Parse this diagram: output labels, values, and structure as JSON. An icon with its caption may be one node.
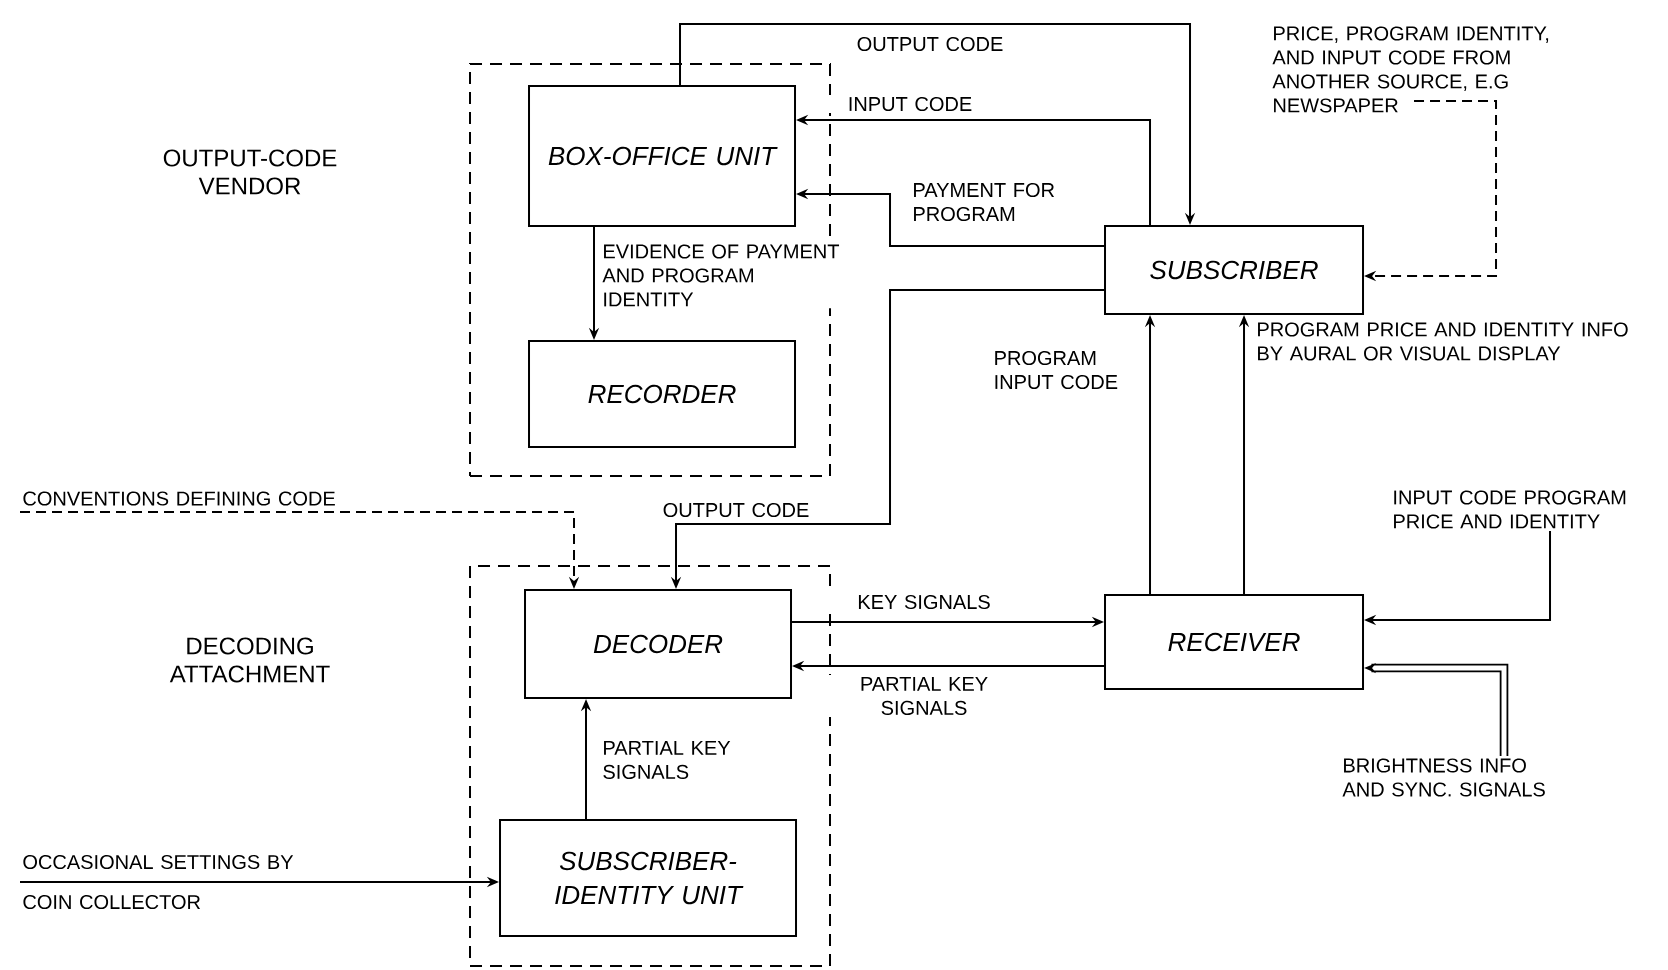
{
  "diagram": {
    "nodes": [
      {
        "text": [],
        "shape": "box"
      },
      {
        "text": [
          "BOX-OFFICE UNIT"
        ],
        "in": 0
      },
      {
        "text": [
          "RECORDER"
        ],
        "in": 0
      },
      {
        "text": [
          "SUBSCRIBER"
        ]
      },
      {
        "text": [
          "PRICE, PROGRAM IDENTITY, AND INPUT CODE FROM ANOTHER SOURCE, E.G NEWSPAPER"
        ]
      },
      {
        "text": [],
        "shape": "box"
      },
      {
        "text": [
          "DECODER"
        ],
        "in": 5
      },
      {
        "text": [
          "SUBSCRIBER-IDENTITY UNIT"
        ],
        "in": 5
      },
      {
        "text": [
          "RECEIVER"
        ]
      },
      {
        "text": [
          "CONVENTIONS DEFINING CODE"
        ]
      },
      {
        "text": [
          "OCCASIONAL SETTINGS BY COIN COLLECTOR"
        ]
      },
      {
        "text": [
          "INPUT CODE PROGRAM PRICE AND IDENTITY"
        ]
      },
      {
        "text": [
          "BRIGHTNESS INFO AND SYNC. SIGNALS"
        ]
      }
    ],
    "edges": [
      {
        "from": 1,
        "to": 3,
        "arrow": "to",
        "label": "OUTPUT CODE"
      },
      {
        "from": 3,
        "to": 1,
        "arrow": "to",
        "label": "INPUT CODE"
      },
      {
        "from": 3,
        "to": 1,
        "arrow": "to",
        "label": "PAYMENT FOR PROGRAM"
      },
      {
        "from": 1,
        "to": 2,
        "arrow": "to",
        "label": "EVIDENCE OF PAYMENT AND PROGRAM IDENTITY"
      },
      {
        "from": 4,
        "to": 3,
        "arrow": "to",
        "style": "dashed"
      },
      {
        "from": 3,
        "to": 6,
        "arrow": "to",
        "label": "OUTPUT CODE"
      },
      {
        "from": 9,
        "to": 6,
        "arrow": "to",
        "style": "dashed"
      },
      {
        "from": 8,
        "to": 3,
        "arrow": "to",
        "label": "PROGRAM INPUT CODE"
      },
      {
        "from": 8,
        "to": 3,
        "arrow": "to",
        "label": "PROGRAM PRICE AND IDENTITY INFO BY AURAL OR VISUAL DISPLAY"
      },
      {
        "from": 6,
        "to": 8,
        "arrow": "to",
        "label": "KEY SIGNALS"
      },
      {
        "from": 8,
        "to": 6,
        "arrow": "to",
        "label": "PARTIAL KEY SIGNALS"
      },
      {
        "from": 7,
        "to": 6,
        "arrow": "to",
        "label": "PARTIAL KEY SIGNALS"
      },
      {
        "from": 10,
        "to": 7,
        "arrow": "to"
      },
      {
        "from": 11,
        "to": 8,
        "arrow": "to"
      },
      {
        "from": 12,
        "to": 8,
        "arrow": "to",
        "style": "thick"
      }
    ],
    "labels": [
      "OUTPUT-CODE VENDOR",
      "DECODING ATTACHMENT"
    ]
  }
}
